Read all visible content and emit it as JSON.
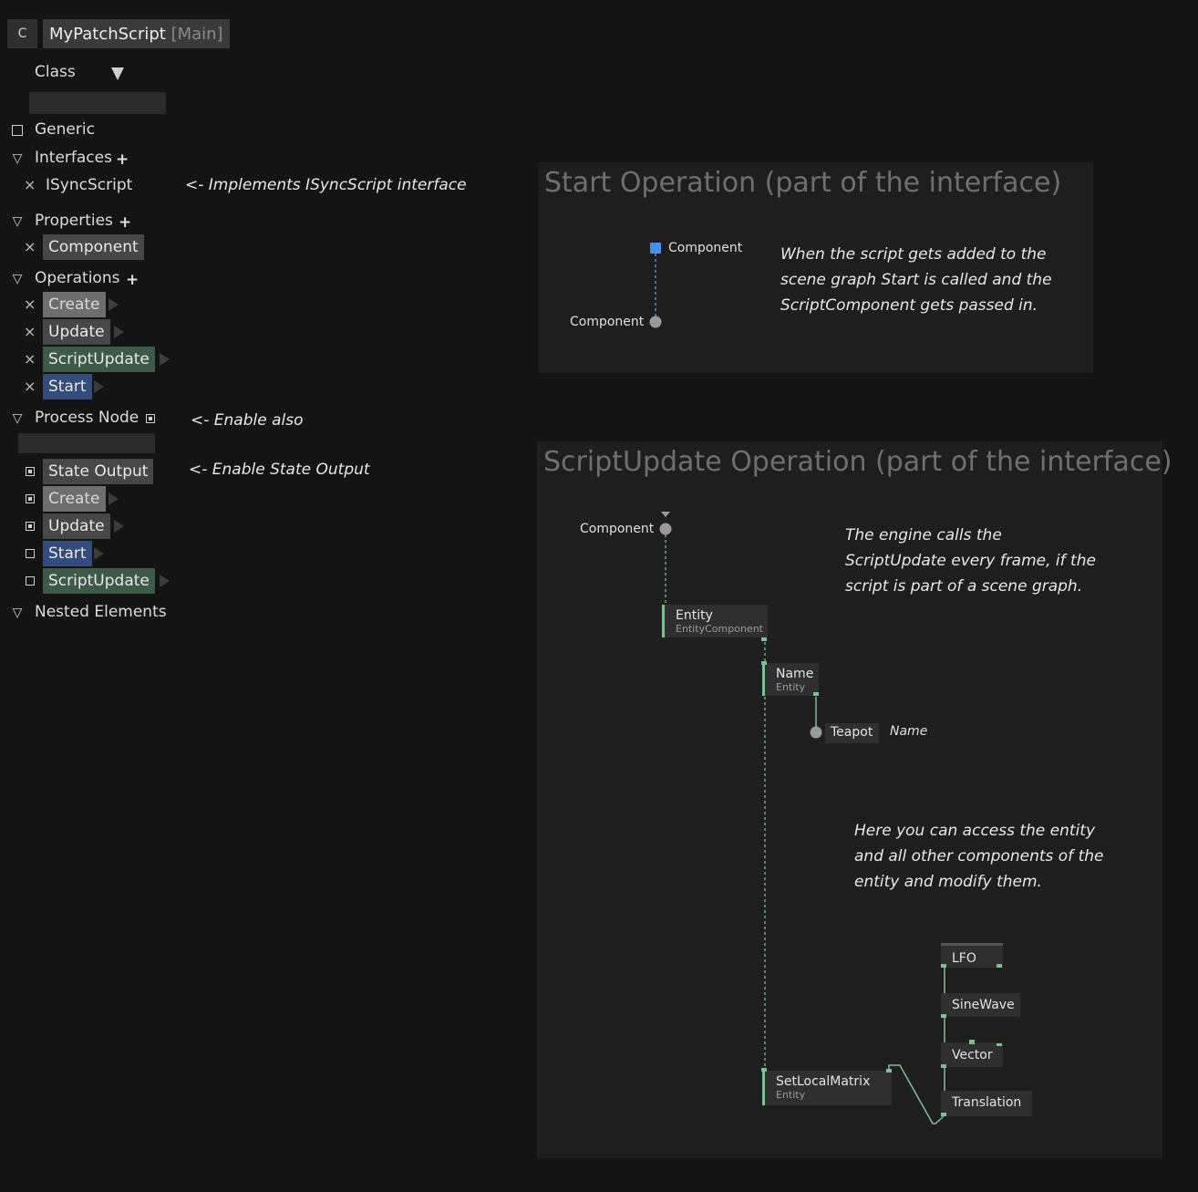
{
  "header": {
    "type_label": "C",
    "title": "MyPatchScript",
    "tag": "[Main]"
  },
  "class_row": {
    "label": "Class"
  },
  "sections": {
    "generic": "Generic",
    "interfaces": "Interfaces",
    "interface_item": "ISyncScript",
    "properties": "Properties",
    "property_item": "Component",
    "operations": "Operations",
    "operation_items": [
      "Create",
      "Update",
      "ScriptUpdate",
      "Start"
    ],
    "process_node": "Process Node",
    "process_items": [
      "State Output",
      "Create",
      "Update",
      "Start",
      "ScriptUpdate"
    ],
    "nested": "Nested Elements"
  },
  "annotations": {
    "implements": "<- Implements ISyncScript interface",
    "enable_also": "<- Enable also",
    "enable_state": "<- Enable State Output"
  },
  "start_panel": {
    "title": "Start Operation (part of the interface)",
    "pin_top": "Component",
    "pin_bottom": "Component",
    "note": [
      "When the script gets added to the",
      "scene graph Start is called and the",
      "ScriptComponent gets passed in."
    ]
  },
  "update_panel": {
    "title": "ScriptUpdate Operation (part of the interface)",
    "pin_component": "Component",
    "note1": [
      "The engine calls the",
      "ScriptUpdate every frame, if the",
      "script is part of a scene graph."
    ],
    "note2": [
      "Here you can access the entity",
      "and all other components of the",
      "entity and modify them."
    ],
    "nodes": {
      "entity": {
        "title": "Entity",
        "sub": "EntityComponent"
      },
      "name": {
        "title": "Name",
        "sub": "Entity"
      },
      "teapot": "Teapot",
      "name_label": "Name",
      "setlocal": {
        "title": "SetLocalMatrix",
        "sub": "Entity"
      },
      "lfo": "LFO",
      "sinewave": "SineWave",
      "vector": "Vector",
      "translation": "Translation"
    }
  },
  "colors": {
    "link_green": "#7fbf94",
    "pin_blue": "#4a8fe0",
    "pin_gray": "#9a9a9a"
  }
}
